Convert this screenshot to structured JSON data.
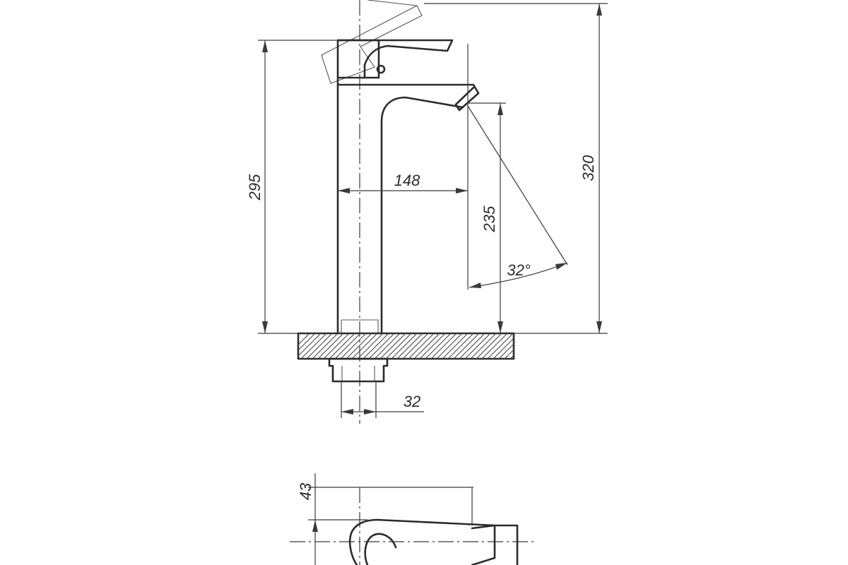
{
  "drawing": {
    "dimensions": {
      "overall_height": "320",
      "body_height": "295",
      "spout_reach": "148",
      "spout_height": "235",
      "swivel_angle": "32°",
      "shank_diameter": "32",
      "spout_width": "43"
    }
  }
}
